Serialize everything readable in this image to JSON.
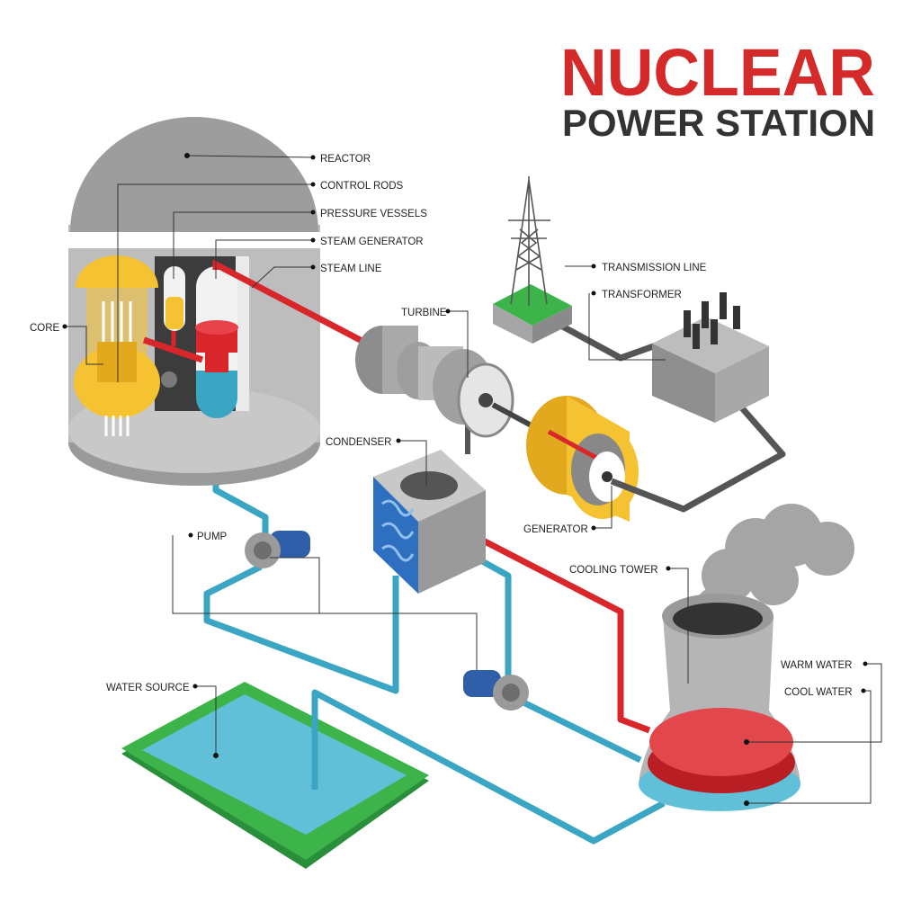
{
  "title": {
    "line1": "NUCLEAR",
    "line2": "POWER STATION"
  },
  "colors": {
    "title_red": "#d42a2a",
    "hot_pipe": "#d9262b",
    "cool_pipe": "#3aa6c4",
    "cable": "#555555",
    "accent_yellow": "#f5c231",
    "grass": "#3cb44a"
  },
  "labels": {
    "reactor": "REACTOR",
    "control_rods": "CONTROL RODS",
    "pressure_vessels": "PRESSURE VESSELS",
    "steam_generator": "STEAM GENERATOR",
    "steam_line": "STEAM LINE",
    "core": "CORE",
    "turbine": "TURBINE",
    "transmission_line": "TRANSMISSION LINE",
    "transformer": "TRANSFORMER",
    "condenser": "CONDENSER",
    "generator": "GENERATOR",
    "pump": "PUMP",
    "cooling_tower": "COOLING TOWER",
    "warm_water": "WARM WATER",
    "cool_water": "COOL WATER",
    "water_source": "WATER SOURCE"
  }
}
